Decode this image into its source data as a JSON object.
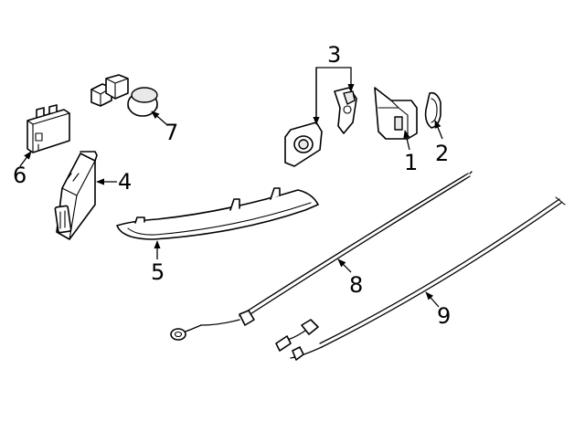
{
  "callouts": {
    "c1": "1",
    "c2": "2",
    "c3": "3",
    "c4": "4",
    "c5": "5",
    "c6": "6",
    "c7": "7",
    "c8": "8",
    "c9": "9"
  },
  "colors": {
    "line": "#000000",
    "background": "#ffffff",
    "shading": "#e9e9e9"
  }
}
